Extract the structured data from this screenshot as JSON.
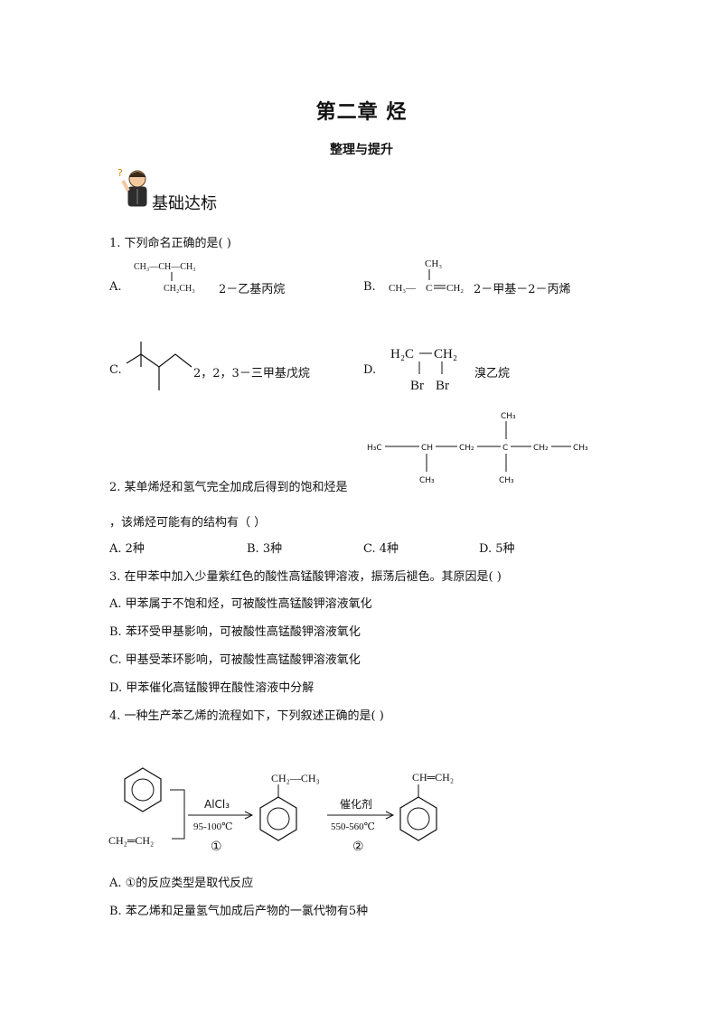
{
  "header": {
    "title": "第二章  烃",
    "subtitle": "整理与提升",
    "section": "基础达标"
  },
  "q1": {
    "stem": "1. 下列命名正确的是(    )",
    "A": {
      "letter": "A.",
      "name": "2－乙基丙烷",
      "f_top": "CH₃—CH—CH₃",
      "f_bottom": "CH₂CH₃"
    },
    "B": {
      "letter": "B.",
      "name": "2－甲基－2－丙烯",
      "f_ch3_top": "CH₃",
      "f_left": "CH₃—",
      "f_c": "C",
      "f_right": "CH₂"
    },
    "C": {
      "letter": "C.",
      "name": "2，2，3－三甲基戊烷"
    },
    "D": {
      "letter": "D.",
      "name": "溴乙烷",
      "f_h2c": "H₂C",
      "f_ch2": "CH₂",
      "f_br1": "Br",
      "f_br2": "Br"
    }
  },
  "q2": {
    "stem": "2. 某单烯烃和氢气完全加成后得到的饱和烃是",
    "stem2": "，该烯烃可能有的结构有（    ）",
    "struct": {
      "h3c": "H₃C",
      "ch": "CH",
      "ch2a": "CH₂",
      "c": "C",
      "ch2b": "CH₂",
      "ch3r": "CH₃",
      "ch3_top": "CH₃",
      "ch3_b1": "CH₃",
      "ch3_b2": "CH₃"
    },
    "options": [
      "A.  2种",
      "B.  3种",
      "C.  4种",
      "D.  5种"
    ]
  },
  "q3": {
    "stem": "3. 在甲苯中加入少量紫红色的酸性高锰酸钾溶液，振荡后褪色。其原因是(    )",
    "options": [
      "A.  甲苯属于不饱和烃，可被酸性高锰酸钾溶液氧化",
      "B.  苯环受甲基影响，可被酸性高锰酸钾溶液氧化",
      "C.  甲基受苯环影响，可被酸性高锰酸钾溶液氧化",
      "D.  甲苯催化高锰酸钾在酸性溶液中分解"
    ]
  },
  "q4": {
    "stem": "4. 一种生产苯乙烯的流程如下，下列叙述正确的是(    )",
    "scheme": {
      "reagent_ethylene": "CH₂═CH₂",
      "cond1_top": "AlCl₃",
      "cond1_bottom": "95-100℃",
      "step1": "①",
      "product1_sub": "CH₂—CH₃",
      "cond2_top": "催化剂",
      "cond2_bottom": "550-560℃",
      "step2": "②",
      "product2_sub": "CH═CH₂"
    },
    "options": [
      "A.  ①的反应类型是取代反应",
      "B.  苯乙烯和足量氢气加成后产物的一氯代物有5种"
    ]
  }
}
